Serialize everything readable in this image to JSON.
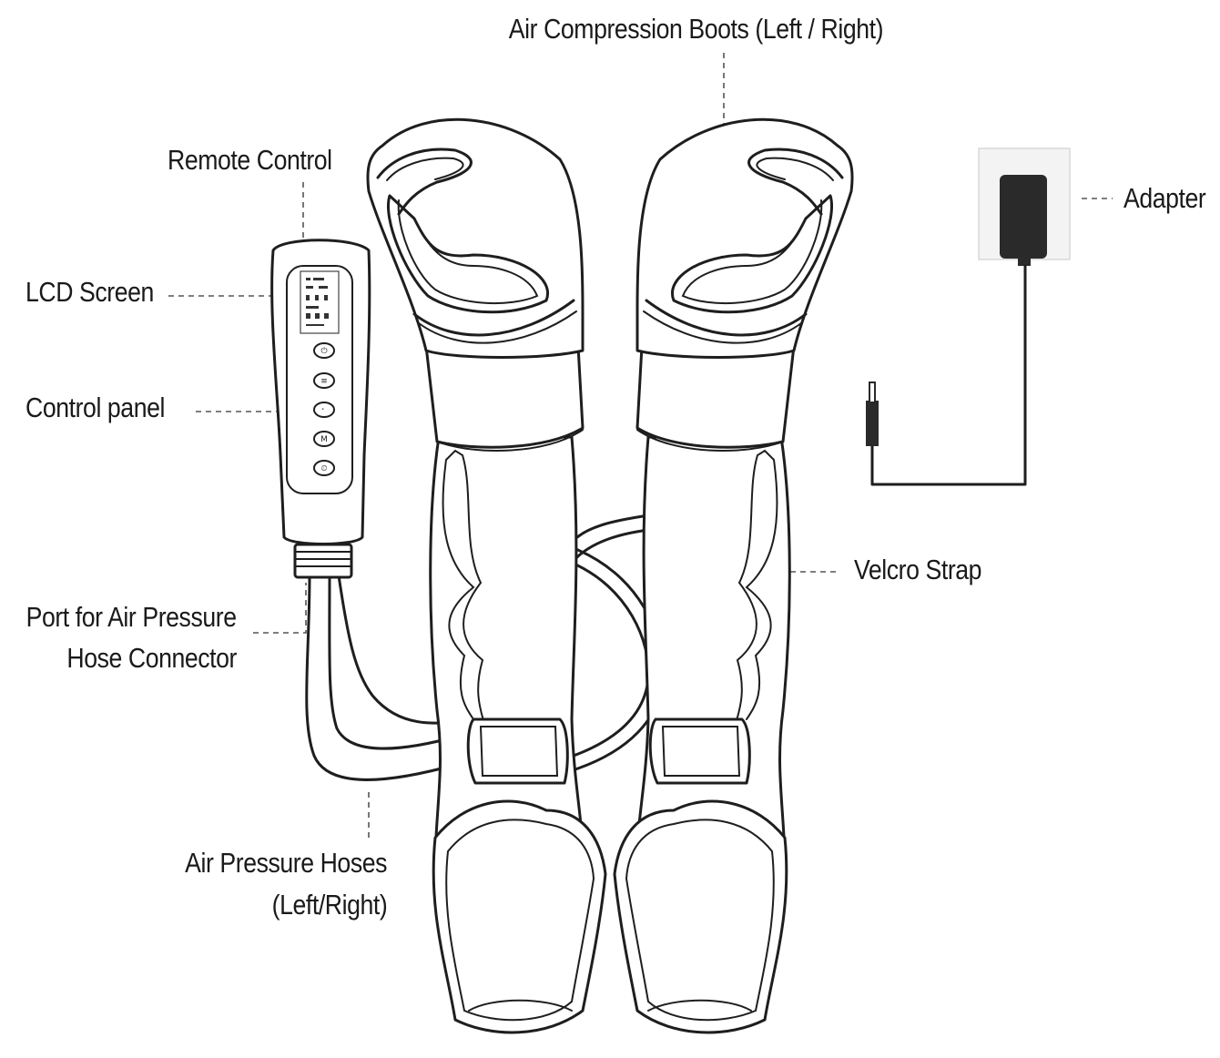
{
  "labels": {
    "boots": "Air Compression Boots (Left / Right)",
    "remote": "Remote Control",
    "lcd": "LCD Screen",
    "panel": "Control panel",
    "port_line1": "Port for Air Pressure",
    "port_line2": "Hose Connector",
    "hoses_line1": "Air Pressure Hoses",
    "hoses_line2": "(Left/Right)",
    "velcro": "Velcro Strap",
    "adapter": "Adapter"
  },
  "remote_buttons": [
    "⏻",
    "≡",
    "⠂",
    "M",
    "⏲"
  ]
}
